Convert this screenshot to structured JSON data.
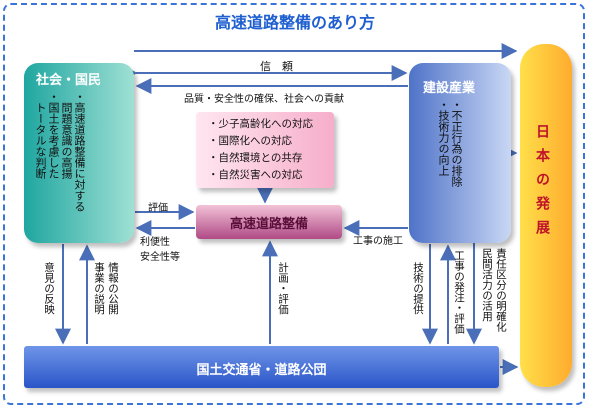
{
  "title": "高速道路整備のあり方",
  "social": {
    "title": "社会・国民",
    "points": [
      "・高速道路整備に対する",
      "　問題意識の高揚",
      "・国土を考慮した",
      "　トータルな判断"
    ]
  },
  "industry": {
    "title": "建設産業",
    "points": [
      "・不正行為の排除",
      "・技術力の向上"
    ]
  },
  "japan": {
    "label": "日本の発展"
  },
  "ministry": {
    "label": "国土交通省・道路公団"
  },
  "road": {
    "label": "高速道路整備"
  },
  "issues": [
    "・少子高齢化への対応",
    "・国際化への対応",
    "・自然環境との共存",
    "・自然災害への対応"
  ],
  "arrow_labels": {
    "trust": "信　頼",
    "contribution": "品質・安全性の確保、社会への貢献",
    "evaluation": "評価",
    "convenience": "利便性",
    "safety": "安全性等",
    "construction": "工事の施工",
    "opinion": "意見の反映",
    "disclosure": "情報の公開",
    "explanation": "事業の説明",
    "plan_eval": "計画・評価",
    "tech_provision": "技術の提供",
    "order_eval": "工事の発注・評価",
    "responsibility": "責任区分の明確化",
    "private_vitality": "民間活力の活用"
  },
  "colors": {
    "arrow": "#4a6fb8",
    "frame": "#3a74d8",
    "title": "#1f5fd0"
  }
}
